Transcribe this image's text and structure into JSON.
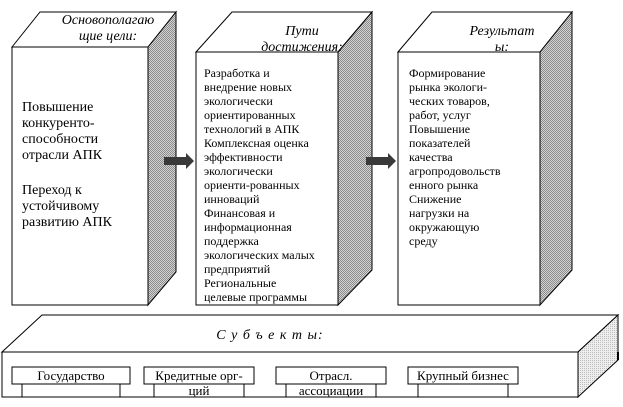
{
  "boxes": [
    {
      "header_lines": [
        "Основополагаю",
        "щие цели:"
      ],
      "items": [
        "Повышение",
        "конкуренто-",
        "способности",
        "отрасли АПК",
        "",
        "Переход к",
        "устойчивому",
        "развитию АПК"
      ]
    },
    {
      "header_lines": [
        "Пути",
        "достижения:"
      ],
      "items": [
        "Разработка и",
        "внедрение новых",
        "экологически",
        "ориентированных",
        "технологий в АПК",
        "Комплексная оценка",
        "эффективности",
        "экологически",
        "ориенти-рованных",
        "инноваций",
        "Финансовая и",
        "информационная",
        "поддержка",
        "экологических малых",
        "предприятий",
        "Региональные",
        "целевые программы"
      ]
    },
    {
      "header_lines": [
        "Результат",
        "ы:"
      ],
      "items": [
        "Формирование",
        "рынка экологи-",
        "ческих товаров,",
        "работ, услуг",
        "Повышение",
        "показателей",
        "качества",
        "агропродовольств",
        "енного рынка",
        "Снижение",
        "нагрузки на",
        "окружающую",
        "среду"
      ]
    }
  ],
  "subjects": {
    "title": "С у б ъ е к т ы:",
    "items": [
      "Государство",
      "Кредитные орг-",
      "ций",
      "Отрасл.",
      "ассоциации",
      "Крупный бизнес"
    ]
  }
}
